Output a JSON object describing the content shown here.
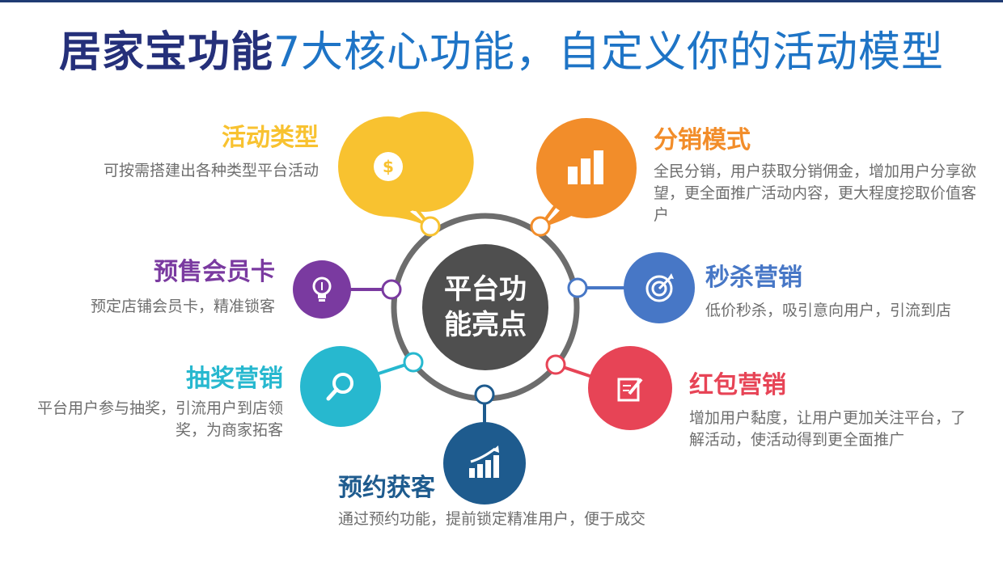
{
  "title": {
    "bold_part": "居家宝功能",
    "rest": "7大核心功能，自定义你的活动模型"
  },
  "center": {
    "label": "平台功能亮点"
  },
  "colors": {
    "title_dark": "#25307a",
    "title_blue": "#1e74c6",
    "hub": "#4f4f4f",
    "ring": "#6d6d6d",
    "yellow": "#f8c230",
    "orange": "#f28d2a",
    "purple": "#7a3aa0",
    "blue": "#4777c6",
    "teal": "#27b8cf",
    "red": "#e74456",
    "navy": "#1e5b8e"
  },
  "features": [
    {
      "id": "activity-type",
      "title": "活动类型",
      "desc": "可按需搭建出各种类型平台活动",
      "color": "#f8c230",
      "icon": "dollar-coin-icon"
    },
    {
      "id": "distribution",
      "title": "分销模式",
      "desc": "全民分销，用户获取分销佣金，增加用户分享欲望，更全面推广活动内容，更大程度挖取价值客户",
      "color": "#f28d2a",
      "icon": "bar-chart-icon"
    },
    {
      "id": "presale-card",
      "title": "预售会员卡",
      "desc": "预定店铺会员卡，精准锁客",
      "color": "#7a3aa0",
      "icon": "lightbulb-icon"
    },
    {
      "id": "flash-sale",
      "title": "秒杀营销",
      "desc": "低价秒杀，吸引意向用户，引流到店",
      "color": "#4777c6",
      "icon": "target-icon"
    },
    {
      "id": "lottery",
      "title": "抽奖营销",
      "desc": "平台用户参与抽奖，引流用户到店领奖，为商家拓客",
      "color": "#27b8cf",
      "icon": "magnifier-icon"
    },
    {
      "id": "red-packet",
      "title": "红包营销",
      "desc": "增加用户黏度，让用户更加关注平台，了解活动，使活动得到更全面推广",
      "color": "#e74456",
      "icon": "edit-note-icon"
    },
    {
      "id": "reservation",
      "title": "预约获客",
      "desc": "通过预约功能，提前锁定精准用户，便于成交",
      "color": "#1e5b8e",
      "icon": "growth-chart-icon"
    }
  ]
}
